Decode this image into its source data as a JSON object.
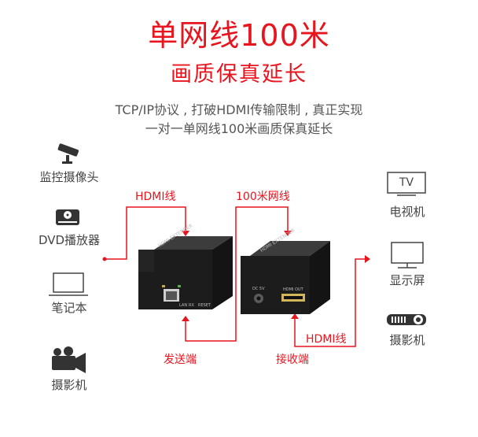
{
  "header": {
    "title": "单网线100米",
    "subtitle": "画质保真延长",
    "desc_line1": "TCP/IP协议 , 打破HDMI传输限制 , 真正实现",
    "desc_line2": "一对一单网线100米画质保真延长"
  },
  "sources": [
    {
      "label": "监控摄像头",
      "icon": "cctv-camera-icon"
    },
    {
      "label": "DVD播放器",
      "icon": "dvd-player-icon"
    },
    {
      "label": "笔记本",
      "icon": "laptop-icon"
    },
    {
      "label": "摄影机",
      "icon": "video-camera-icon"
    }
  ],
  "outputs": [
    {
      "label": "电视机",
      "icon": "tv-icon",
      "icon_text": "TV"
    },
    {
      "label": "显示屏",
      "icon": "monitor-icon"
    },
    {
      "label": "摄影机",
      "icon": "projector-icon"
    }
  ],
  "diagram": {
    "hdmi_in": "HDMI线",
    "network": "100米网线",
    "hdmi_out": "HDMI线",
    "sender": "发送端",
    "receiver": "接收端",
    "device_text": "HDMI EXTENDER",
    "sender_ports": [
      "LAN",
      "RX",
      "RESET"
    ],
    "receiver_ports": [
      "DC 5V",
      "HDMI OUT"
    ]
  },
  "colors": {
    "accent": "#e8141e",
    "device": "#1c1c1c"
  }
}
